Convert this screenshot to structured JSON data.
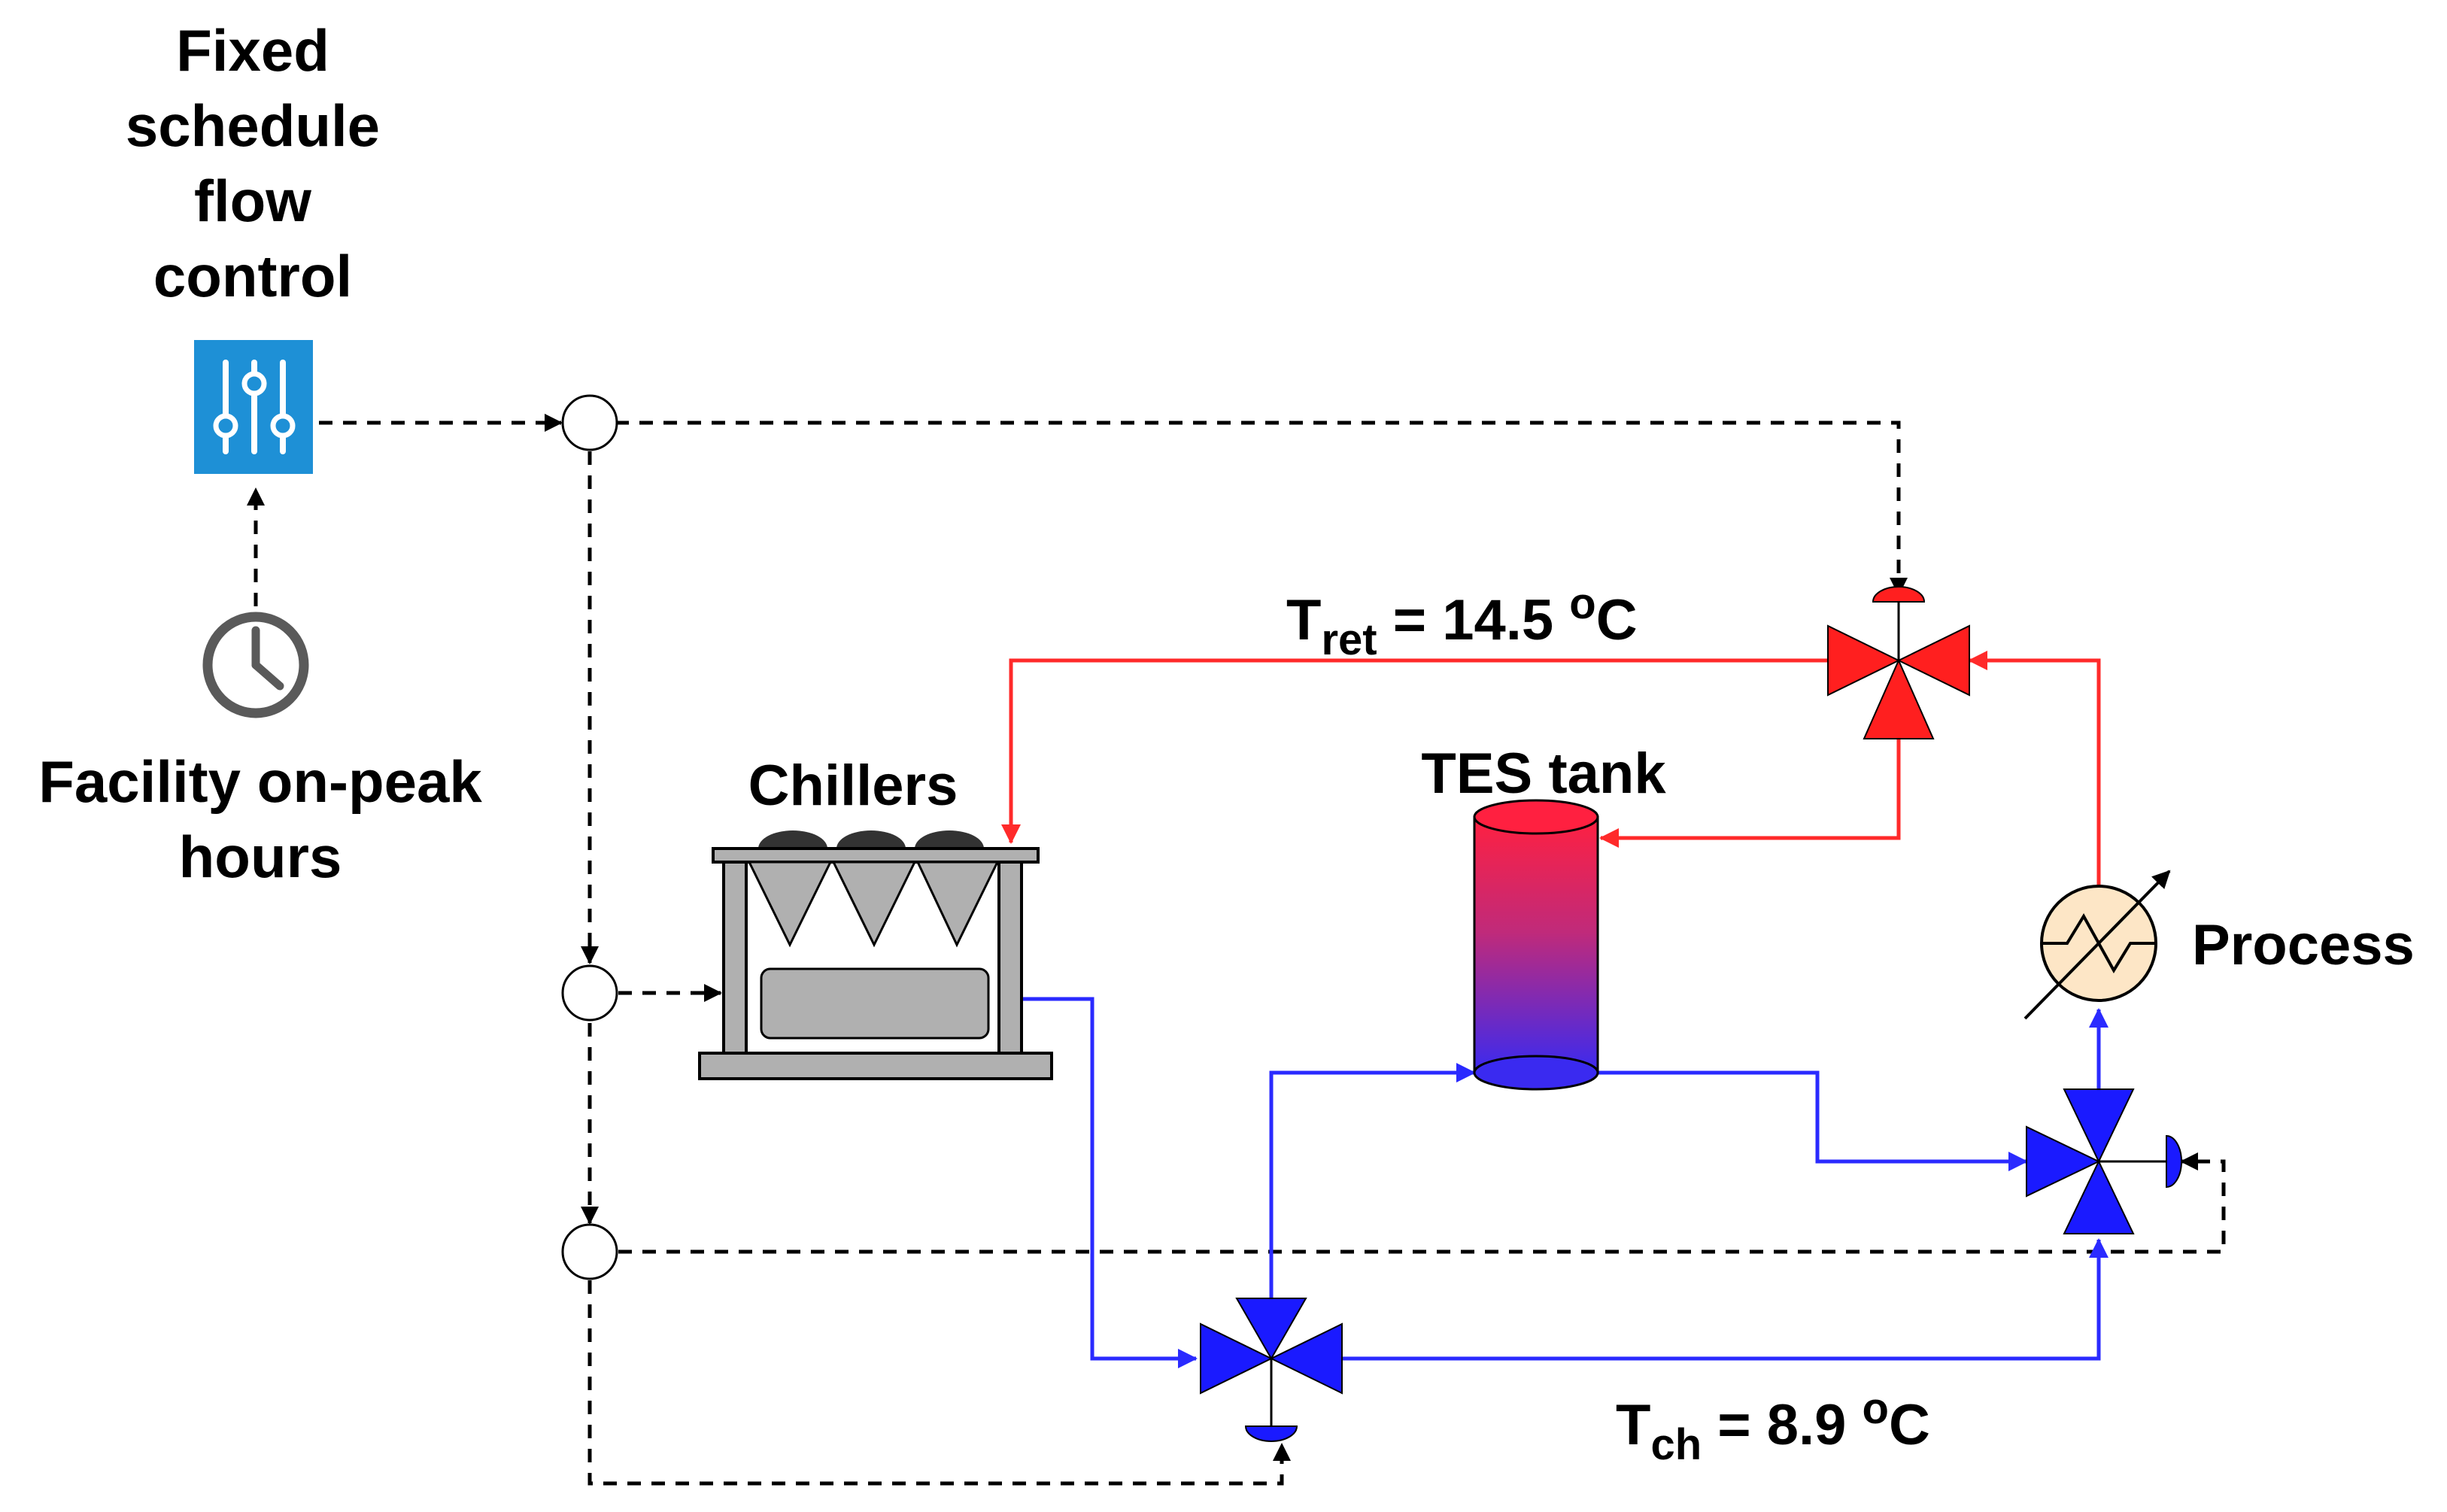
{
  "controller": {
    "title_lines": [
      "Fixed",
      "schedule",
      "flow",
      "control"
    ]
  },
  "trigger": {
    "lines": [
      "Facility on-peak",
      "hours"
    ]
  },
  "labels": {
    "chillers": "Chillers",
    "tes_tank": "TES tank",
    "process": "Process"
  },
  "return_temp": {
    "symbol": "T",
    "subscript": "ret",
    "equals": " = 14.5 ",
    "degree": "o",
    "unit": "C"
  },
  "chilled_temp": {
    "symbol": "T",
    "subscript": "ch",
    "equals": " = 8.9 ",
    "degree": "o",
    "unit": "C"
  },
  "colors": {
    "hot_line": "#ff2a2a",
    "cold_line": "#2a2aff",
    "signal_line": "#000000",
    "controller_bg": "#1e90d6",
    "valve_red": "#ff1f1f",
    "valve_blue": "#1a1aff",
    "process_fill": "#fde6c6"
  }
}
